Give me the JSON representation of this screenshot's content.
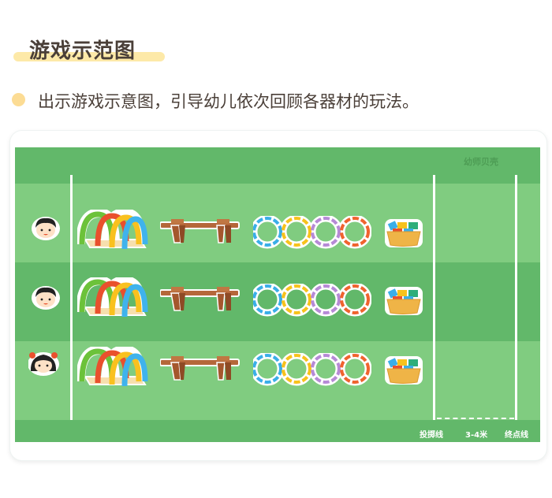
{
  "section": {
    "title": "游戏示范图"
  },
  "instruction": {
    "text": "出示游戏示意图，引导幼儿依次回顾各器材的玩法。"
  },
  "diagram": {
    "watermark": "幼师贝壳",
    "labels": {
      "throw_line": "投掷线",
      "distance": "3-4米",
      "finish_line": "终点线"
    },
    "rows": [
      {
        "child": "boy-face-icon",
        "items": [
          "rainbow-arches-icon",
          "wooden-bench-icon",
          "hoop-rings-icon",
          "block-basket-icon"
        ]
      },
      {
        "child": "boy-face-icon",
        "items": [
          "rainbow-arches-icon",
          "wooden-bench-icon",
          "hoop-rings-icon",
          "block-basket-icon"
        ]
      },
      {
        "child": "girl-face-icon",
        "items": [
          "rainbow-arches-icon",
          "wooden-bench-icon",
          "hoop-rings-icon",
          "block-basket-icon"
        ]
      }
    ],
    "colors": {
      "grass_light": "#80cc80",
      "grass_dark": "#62b86a",
      "ring_colors": [
        "#3aaee8",
        "#f7c21c",
        "#b68ad6",
        "#f0632e"
      ]
    }
  }
}
